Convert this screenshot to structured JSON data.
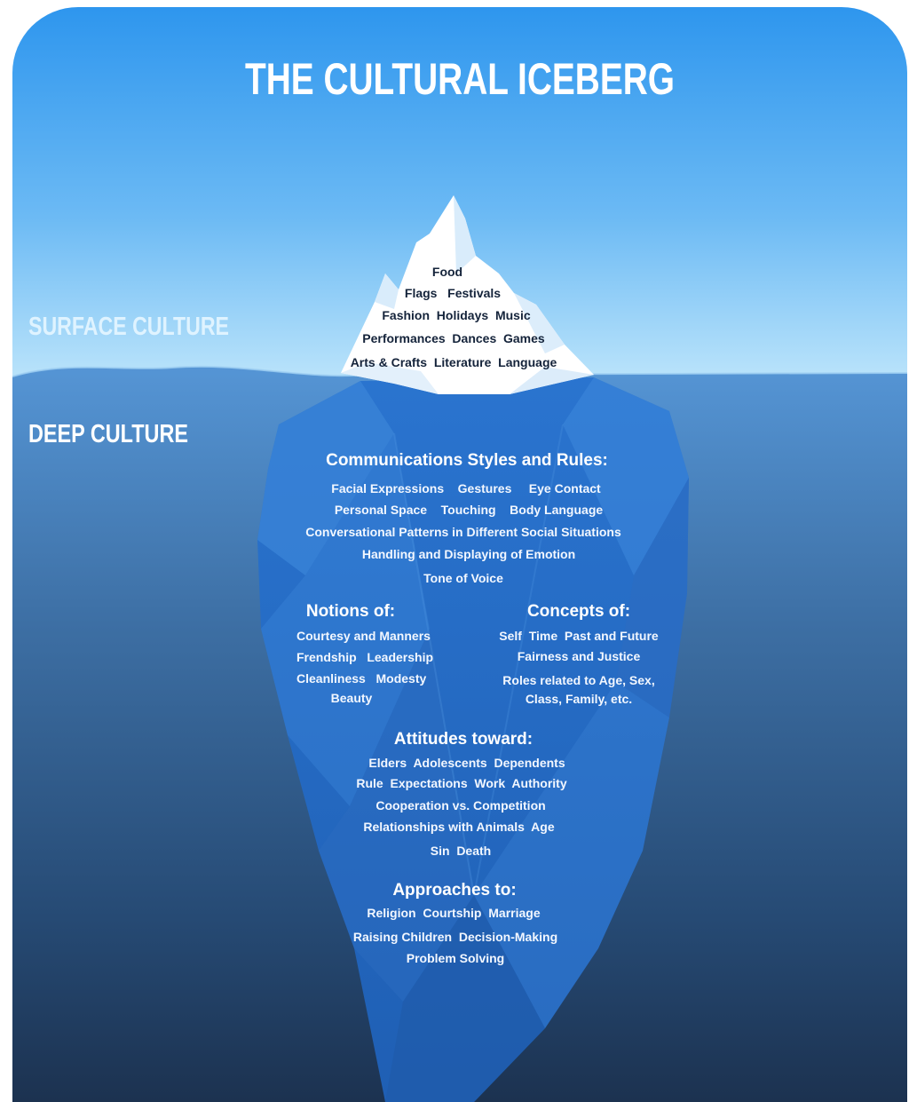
{
  "title": "THE CULTURAL ICEBERG",
  "surface_label": "SURFACE CULTURE",
  "deep_label": "DEEP CULTURE",
  "surface_items": [
    "Food",
    "Flags   Festivals",
    "Fashion  Holidays  Music",
    "Performances  Dances  Games",
    "Arts & Crafts  Literature  Language"
  ],
  "communication": {
    "heading": "Communications Styles and Rules:",
    "lines": [
      "Facial Expressions    Gestures     Eye Contact",
      "Personal Space    Touching    Body Language",
      "Conversational Patterns in Different Social Situations",
      "Handling and Displaying of Emotion",
      "Tone of Voice"
    ]
  },
  "notions": {
    "heading": "Notions of:",
    "lines": [
      "Courtesy and Manners",
      "Frendship   Leadership",
      "Cleanliness   Modesty",
      "Beauty"
    ]
  },
  "concepts": {
    "heading": "Concepts of:",
    "lines": [
      "Self  Time  Past and Future",
      "Fairness and Justice",
      "Roles related to Age, Sex,",
      "Class, Family, etc."
    ]
  },
  "attitudes": {
    "heading": "Attitudes toward:",
    "lines": [
      "Elders  Adolescents  Dependents",
      "Rule  Expectations  Work  Authority",
      "Cooperation vs. Competition",
      "Relationships with Animals  Age",
      "Sin  Death"
    ]
  },
  "approaches": {
    "heading": "Approaches to:",
    "lines": [
      "Religion  Courtship  Marriage",
      "Raising Children  Decision-Making",
      "Problem Solving"
    ]
  },
  "colors": {
    "sky_top": "#2e96ee",
    "sky_bottom": "#bfe6fb",
    "sea_top": "#5494d4",
    "sea_bottom": "#1d3350",
    "iceberg_underwater": "#2f76cc",
    "iceberg_tip": "#ffffff",
    "surface_label": "#dff3ff",
    "deep_label": "#ffffff"
  }
}
